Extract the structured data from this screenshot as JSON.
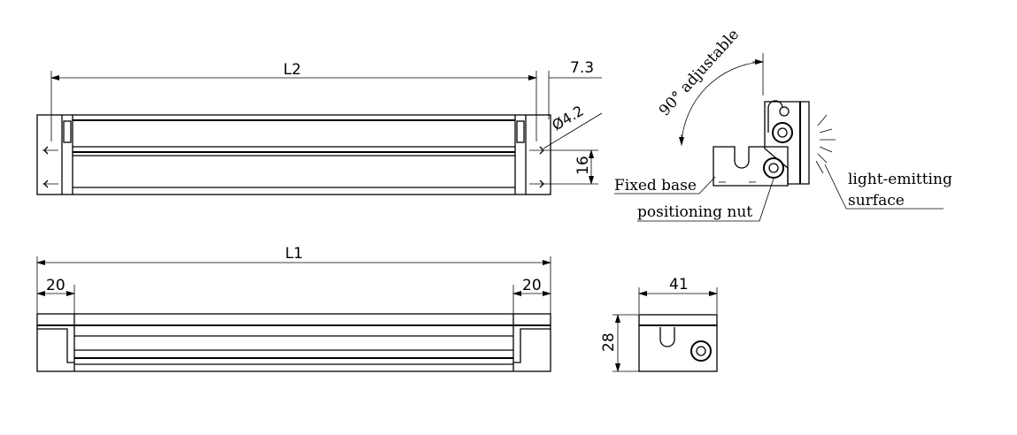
{
  "top_view": {
    "length_label": "L2",
    "offset_label": "7.3",
    "hole_label": "Ø4.2",
    "height_label": "16"
  },
  "side_view": {
    "length_label": "L1",
    "left_end_label": "20",
    "right_end_label": "20"
  },
  "end_view": {
    "width_label": "41",
    "height_label": "28"
  },
  "bracket_view": {
    "angle_label": "90° adjustable",
    "fixed_base_label": "Fixed base",
    "positioning_nut_label": "positioning nut",
    "emitting_label_line1": "light-emitting",
    "emitting_label_line2": "surface"
  }
}
